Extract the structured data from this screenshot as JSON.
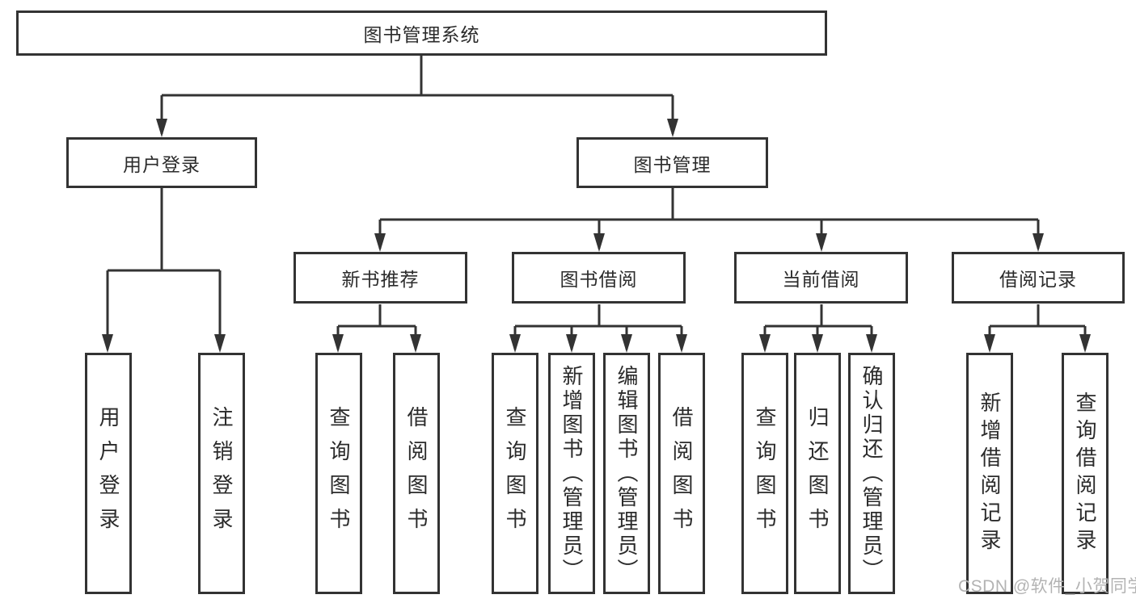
{
  "diagram": {
    "type": "hierarchy-tree",
    "title": "图书管理系统",
    "tree": {
      "label": "图书管理系统",
      "children": [
        {
          "label": "用户登录",
          "children": [
            {
              "label": "用户登录"
            },
            {
              "label": "注销登录"
            }
          ]
        },
        {
          "label": "图书管理",
          "children": [
            {
              "label": "新书推荐",
              "children": [
                {
                  "label": "查询图书"
                },
                {
                  "label": "借阅图书"
                }
              ]
            },
            {
              "label": "图书借阅",
              "children": [
                {
                  "label": "查询图书"
                },
                {
                  "label": "新增图书（管理员）"
                },
                {
                  "label": "编辑图书（管理员）"
                },
                {
                  "label": "借阅图书"
                }
              ]
            },
            {
              "label": "当前借阅",
              "children": [
                {
                  "label": "查询图书"
                },
                {
                  "label": "归还图书"
                },
                {
                  "label": "确认归还（管理员）"
                }
              ]
            },
            {
              "label": "借阅记录",
              "children": [
                {
                  "label": "新增借阅记录"
                },
                {
                  "label": "查询借阅记录"
                }
              ]
            }
          ]
        }
      ]
    }
  },
  "watermark": {
    "text": "CSDN @软件_小贺同学"
  },
  "colors": {
    "line": "#333333",
    "box_border": "#333333",
    "text": "#2b2b2b",
    "watermark": "#b3b3b3",
    "background": "#ffffff"
  }
}
